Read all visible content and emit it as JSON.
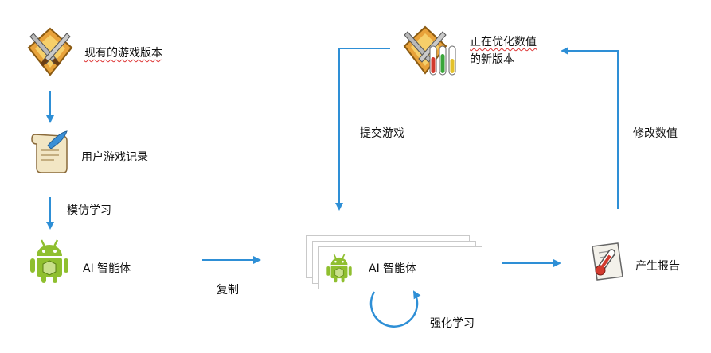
{
  "diagram": {
    "top_left": {
      "label": "现有的游戏版本",
      "icon": "swords-shield-icon"
    },
    "user_records": {
      "label": "用户游戏记录",
      "icon": "scroll-quill-icon"
    },
    "imitation_learning": {
      "label": "模仿学习"
    },
    "ai_agent_left": {
      "label": "AI 智能体",
      "icon": "android-icon"
    },
    "copy": {
      "label": "复制"
    },
    "ai_agent_stack": {
      "label": "AI 智能体",
      "icon": "android-icon"
    },
    "reinforcement_learning": {
      "label": "强化学习"
    },
    "report": {
      "label": "产生报告",
      "icon": "thermometer-report-icon"
    },
    "modify_values": {
      "label": "修改数值"
    },
    "new_version": {
      "label_line1": "正在优化数值",
      "label_line2": "的新版本",
      "icon": "swords-potions-icon"
    },
    "submit_game": {
      "label": "提交游戏"
    }
  },
  "colors": {
    "arrow": "#2e8fd6",
    "android": "#8fbf2f",
    "text": "#111111"
  }
}
